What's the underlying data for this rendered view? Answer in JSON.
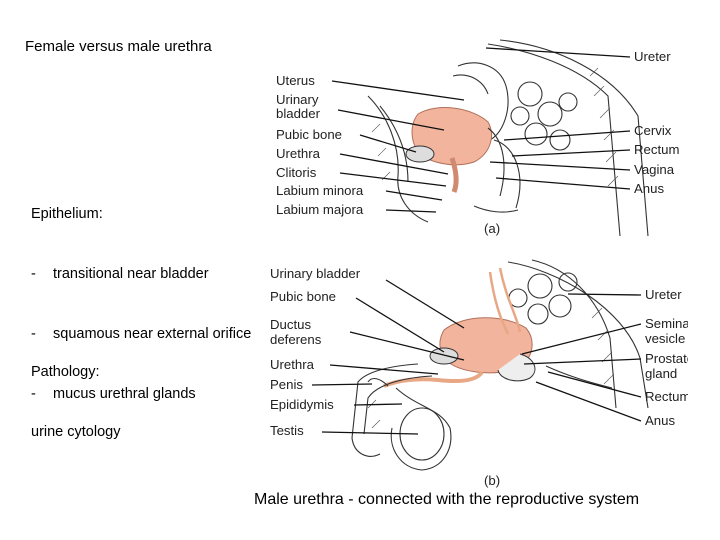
{
  "title": "Female versus male urethra",
  "epithelium": {
    "heading": "Epithelium:",
    "items": [
      {
        "dash": "-",
        "text": "transitional near bladder"
      },
      {
        "dash": "-",
        "text": "squamous near external orifice"
      },
      {
        "dash": "-",
        "text": "mucus urethral glands"
      }
    ]
  },
  "pathology": {
    "heading": "Pathology:",
    "text": "urine cytology"
  },
  "caption": "Male urethra - connected with the reproductive system",
  "figure_a": {
    "label": "(a)",
    "left_labels": [
      "Uterus",
      "Urinary",
      "bladder",
      "Pubic bone",
      "Urethra",
      "Clitoris",
      "Labium minora",
      "Labium majora"
    ],
    "right_labels": [
      "Ureter",
      "Cervix",
      "Rectum",
      "Vagina",
      "Anus"
    ]
  },
  "figure_b": {
    "label": "(b)",
    "left_labels": [
      "Urinary bladder",
      "Pubic bone",
      "Ductus",
      "deferens",
      "Urethra",
      "Penis",
      "Epididymis",
      "Testis"
    ],
    "right_labels": [
      "Ureter",
      "Seminal",
      "vesicle",
      "Prostate",
      "gland",
      "Rectum",
      "Anus"
    ]
  },
  "colors": {
    "bladder_fill": "#f2b49c",
    "tissue_stroke": "#333333",
    "duct": "#e8a886"
  }
}
